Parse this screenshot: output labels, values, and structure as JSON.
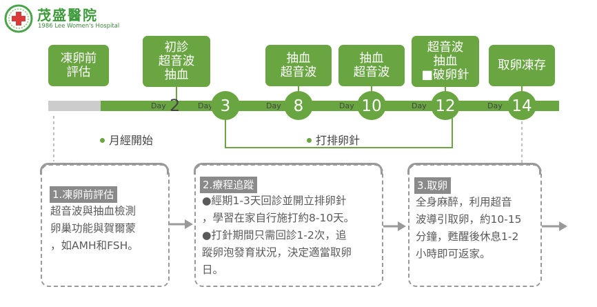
{
  "logo": {
    "name": "茂盛醫院",
    "subtitle": "1986 Lee Women's Hospital",
    "brand_color": "#3d9a3a"
  },
  "stages": [
    {
      "id": "pre-freeze-eval",
      "label": "凍卵前\n評估"
    },
    {
      "id": "day2-first-visit",
      "label": "初診\n超音波\n抽血"
    },
    {
      "id": "day8-check",
      "label": "抽血\n超音波"
    },
    {
      "id": "day10-check",
      "label": "抽血\n超音波"
    },
    {
      "id": "day12-check",
      "label": "超音波\n抽血\n■破卵針"
    },
    {
      "id": "day14-retrieve",
      "label": "取卵凍存"
    }
  ],
  "timeline": {
    "day_prefix": "Day",
    "days": [
      "2",
      "3",
      "8",
      "10",
      "12",
      "14"
    ],
    "accent_color": "#69a642",
    "inactive_color": "#cccccc"
  },
  "phases": {
    "cycle_start": "月經開始",
    "injection": "打排卵針"
  },
  "cards": [
    {
      "title": "1.凍卵前評估",
      "lines": [
        "超音波與抽血檢測",
        "卵巢功能與賀爾蒙",
        "，如AMH和FSH。"
      ]
    },
    {
      "title": "2.療程追蹤",
      "lines": [
        "●經期1-3天回診並開立排卵針",
        "，學習在家自行施打約8-10天。",
        "●打針期間只需回診1-2次，追",
        "蹤卵泡發育狀況，決定適當取卵",
        "日。"
      ]
    },
    {
      "title": "3.取卵",
      "lines": [
        "全身麻醉，利用超音",
        "波導引取卵，約10-15",
        "分鐘，甦醒後休息1-2",
        "小時即可返家。"
      ]
    }
  ]
}
